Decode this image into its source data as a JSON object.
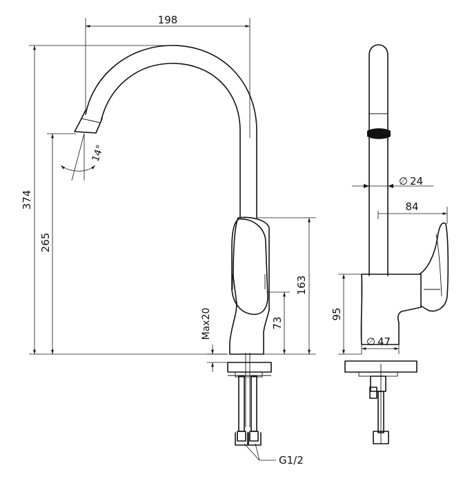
{
  "dimensions": {
    "spout_reach": "198",
    "total_height": "374",
    "outlet_height": "265",
    "spout_angle": "14°",
    "body_height": "163",
    "handle_height": "73",
    "max_deck": "Max20",
    "spout_diameter": "24",
    "handle_reach": "84",
    "base_height": "95",
    "base_diameter": "47",
    "connection": "G1/2"
  },
  "symbols": {
    "diameter": "∅"
  }
}
